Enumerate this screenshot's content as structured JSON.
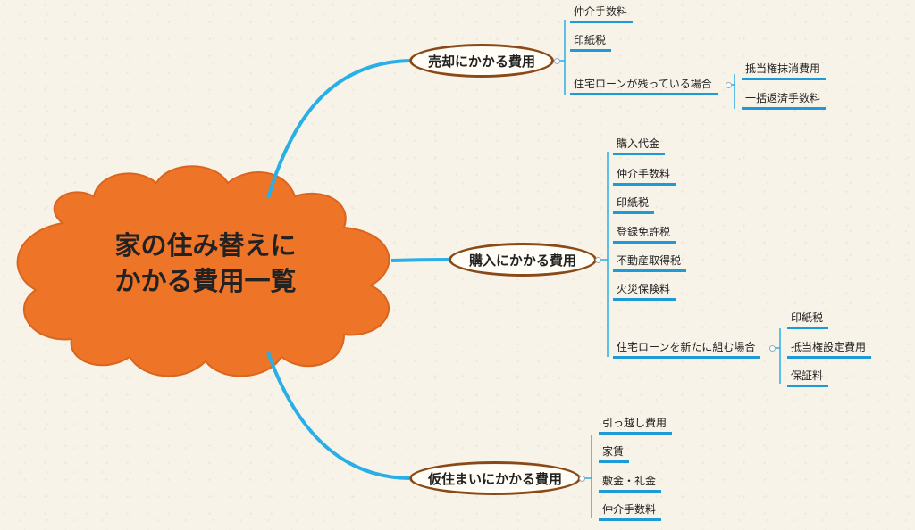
{
  "central": {
    "line1": "家の住み替えに",
    "line2": "かかる費用一覧"
  },
  "topics": {
    "sell": {
      "label": "売却にかかる費用",
      "items": [
        "仲介手数料",
        "印紙税",
        "住宅ローンが残っている場合"
      ],
      "sub": [
        "抵当権抹消費用",
        "一括返済手数料"
      ]
    },
    "buy": {
      "label": "購入にかかる費用",
      "items": [
        "購入代金",
        "仲介手数料",
        "印紙税",
        "登録免許税",
        "不動産取得税",
        "火災保険料",
        "住宅ローンを新たに組む場合"
      ],
      "sub": [
        "印紙税",
        "抵当権設定費用",
        "保証料"
      ]
    },
    "temp": {
      "label": "仮住まいにかかる費用",
      "items": [
        "引っ越し費用",
        "家賃",
        "敷金・礼金",
        "仲介手数料"
      ]
    }
  },
  "colors": {
    "cloud": "#ee7428",
    "link": "#29aee6",
    "leaf_line": "#1e9ad6",
    "topic_border": "#8a4a17"
  }
}
